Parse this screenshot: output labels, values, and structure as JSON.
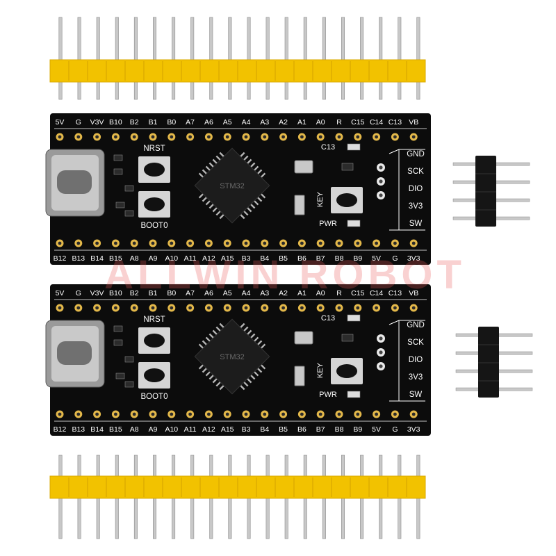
{
  "watermark": "ALLWIN ROBOT",
  "colors": {
    "pcb": "#0c0c0c",
    "silkscreen": "#ffffff",
    "pin_plastic": "#f2c200",
    "pin_plastic_dark": "#d9a800",
    "pin_metal": "#c8c8c8",
    "header_plastic_black": "#151515",
    "pad_gold": "#e3b84a",
    "watermark": "#e85a5a"
  },
  "boards": [
    {
      "top_labels": [
        "5V",
        "G",
        "V3V",
        "B10",
        "B2",
        "B1",
        "B0",
        "A7",
        "A6",
        "A5",
        "A4",
        "A3",
        "A2",
        "A1",
        "A0",
        "R",
        "C15",
        "C14",
        "C13",
        "VB"
      ],
      "bottom_labels": [
        "B12",
        "B13",
        "B14",
        "B15",
        "A8",
        "A9",
        "A10",
        "A11",
        "A12",
        "A15",
        "B3",
        "B4",
        "B5",
        "B6",
        "B7",
        "B8",
        "B9",
        "5V",
        "G",
        "3V3"
      ],
      "swd_labels": [
        "GND",
        "SCK",
        "DIO",
        "3V3",
        "SW"
      ],
      "button_labels": [
        "NRST",
        "BOOT0",
        "KEY",
        "PWR",
        "C13"
      ],
      "chip_marking": "STM32"
    },
    {
      "top_labels": [
        "5V",
        "G",
        "V3V",
        "B10",
        "B2",
        "B1",
        "B0",
        "A7",
        "A6",
        "A5",
        "A4",
        "A3",
        "A2",
        "A1",
        "A0",
        "R",
        "C15",
        "C14",
        "C13",
        "VB"
      ],
      "bottom_labels": [
        "B12",
        "B13",
        "B14",
        "B15",
        "A8",
        "A9",
        "A10",
        "A11",
        "A12",
        "A15",
        "B3",
        "B4",
        "B5",
        "B6",
        "B7",
        "B8",
        "B9",
        "5V",
        "G",
        "3V3"
      ],
      "swd_labels": [
        "GND",
        "SCK",
        "DIO",
        "3V3",
        "SW"
      ],
      "button_labels": [
        "NRST",
        "BOOT0",
        "KEY",
        "PWR",
        "C13"
      ],
      "chip_marking": "STM32"
    }
  ],
  "pin_headers": {
    "long_header_pin_count": 20,
    "swd_header_pin_count": 4
  }
}
